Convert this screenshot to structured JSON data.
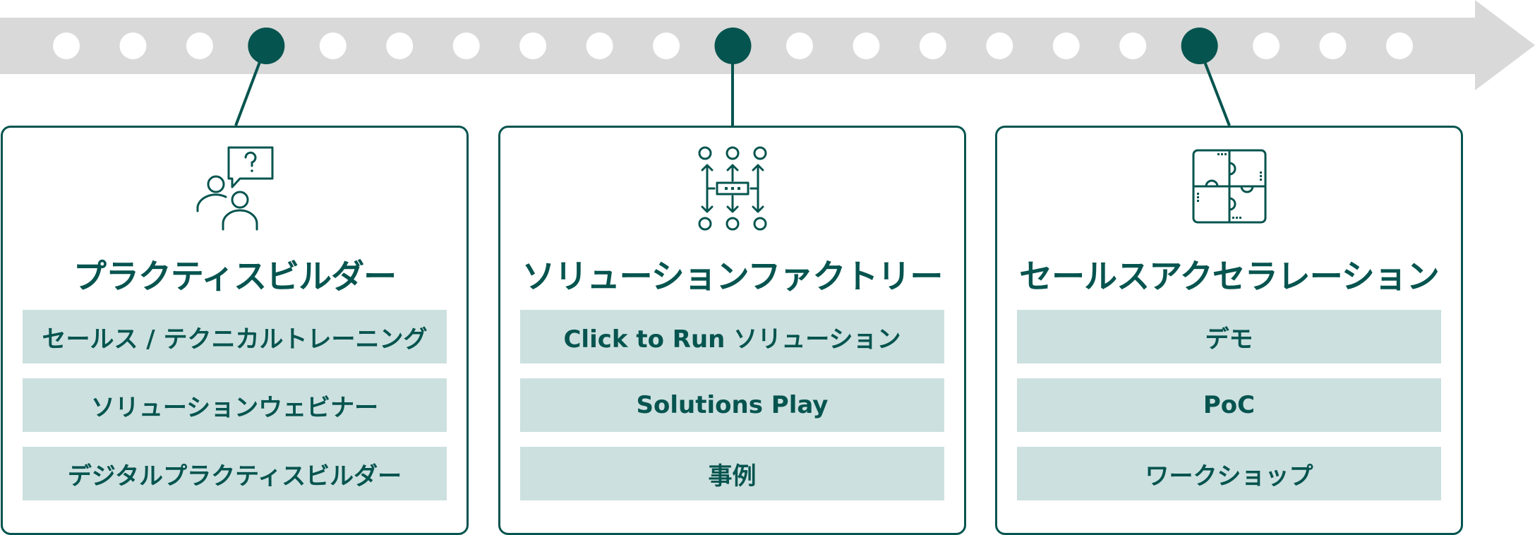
{
  "colors": {
    "accent": "#06544f",
    "arrow": "#d9d9d9",
    "item_bg": "#cce0df",
    "dot": "#ffffff"
  },
  "timeline": {
    "total_dots": 21,
    "milestone_dot_indices": [
      3,
      10,
      17
    ]
  },
  "cards": [
    {
      "title": "プラクティスビルダー",
      "icon": "people-question-icon",
      "items": [
        "セールス / テクニカルトレーニング",
        "ソリューションウェビナー",
        "デジタルプラクティスビルダー"
      ]
    },
    {
      "title": "ソリューションファクトリー",
      "icon": "process-flow-icon",
      "items": [
        "Click to Run ソリューション",
        "Solutions Play",
        "事例"
      ]
    },
    {
      "title": "セールスアクセラレーション",
      "icon": "puzzle-icon",
      "items": [
        "デモ",
        "PoC",
        "ワークショップ"
      ]
    }
  ]
}
